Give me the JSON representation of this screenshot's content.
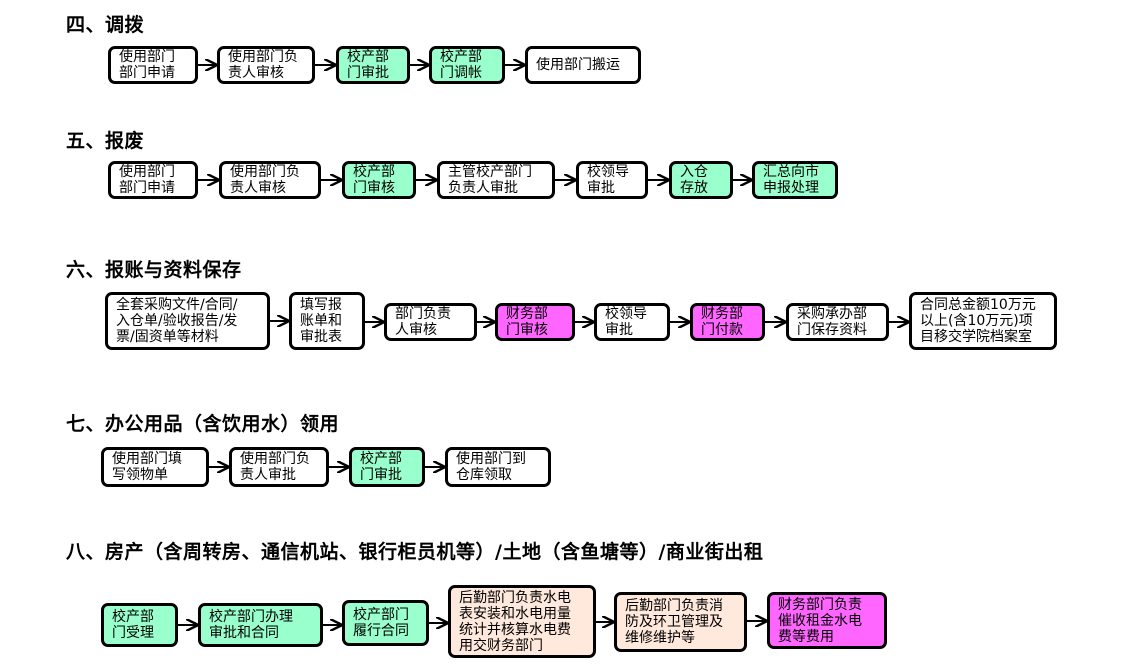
{
  "colors": {
    "white": "#ffffff",
    "green": "#99ffcc",
    "magenta": "#ff66ff",
    "peach": "#ffe8dc",
    "stroke": "#000000"
  },
  "sections": [
    {
      "title": "四、调拨",
      "steps": [
        {
          "text": "使用部门\n部门申请",
          "fill": "white"
        },
        {
          "text": "使用部门负\n责人审核",
          "fill": "white"
        },
        {
          "text": "校产部\n门审批",
          "fill": "green"
        },
        {
          "text": "校产部\n门调帐",
          "fill": "green"
        },
        {
          "text": "使用部门搬运",
          "fill": "white"
        }
      ]
    },
    {
      "title": "五、报废",
      "steps": [
        {
          "text": "使用部门\n部门申请",
          "fill": "white"
        },
        {
          "text": "使用部门负\n责人审核",
          "fill": "white"
        },
        {
          "text": "校产部\n门审核",
          "fill": "green"
        },
        {
          "text": "主管校产部门\n负责人审批",
          "fill": "white"
        },
        {
          "text": "校领导\n审批",
          "fill": "white"
        },
        {
          "text": "入仓\n存放",
          "fill": "green"
        },
        {
          "text": "汇总向市\n申报处理",
          "fill": "green"
        }
      ]
    },
    {
      "title": "六、报账与资料保存",
      "steps": [
        {
          "text": "全套采购文件/合同/\n入仓单/验收报告/发\n票/固资单等材料",
          "fill": "white"
        },
        {
          "text": "填写报\n账单和\n审批表",
          "fill": "white"
        },
        {
          "text": "部门负责\n人审核",
          "fill": "white"
        },
        {
          "text": "财务部\n门审核",
          "fill": "magenta"
        },
        {
          "text": "校领导\n审批",
          "fill": "white"
        },
        {
          "text": "财务部\n门付款",
          "fill": "magenta"
        },
        {
          "text": "采购承办部\n门保存资料",
          "fill": "white"
        },
        {
          "text": "合同总金额10万元\n以上(含10万元)项\n目移交学院档案室",
          "fill": "white"
        }
      ]
    },
    {
      "title": "七、办公用品（含饮用水）领用",
      "steps": [
        {
          "text": "使用部门填\n写领物单",
          "fill": "white"
        },
        {
          "text": "使用部门负\n责人审批",
          "fill": "white"
        },
        {
          "text": "校产部\n门审批",
          "fill": "green"
        },
        {
          "text": "使用部门到\n仓库领取",
          "fill": "white"
        }
      ]
    },
    {
      "title": "八、房产（含周转房、通信机站、银行柜员机等）/土地（含鱼塘等）/商业街出租",
      "steps": [
        {
          "text": "校产部\n门受理",
          "fill": "green"
        },
        {
          "text": "校产部门办理\n审批和合同",
          "fill": "green"
        },
        {
          "text": "校产部门\n履行合同",
          "fill": "green"
        },
        {
          "text": "后勤部门负责水电\n表安装和水电用量\n统计并核算水电费\n用交财务部门",
          "fill": "peach"
        },
        {
          "text": "后勤部门负责消\n防及环卫管理及\n维修维护等",
          "fill": "peach"
        },
        {
          "text": "财务部门负责\n催收租金水电\n费等费用",
          "fill": "magenta"
        }
      ]
    }
  ]
}
